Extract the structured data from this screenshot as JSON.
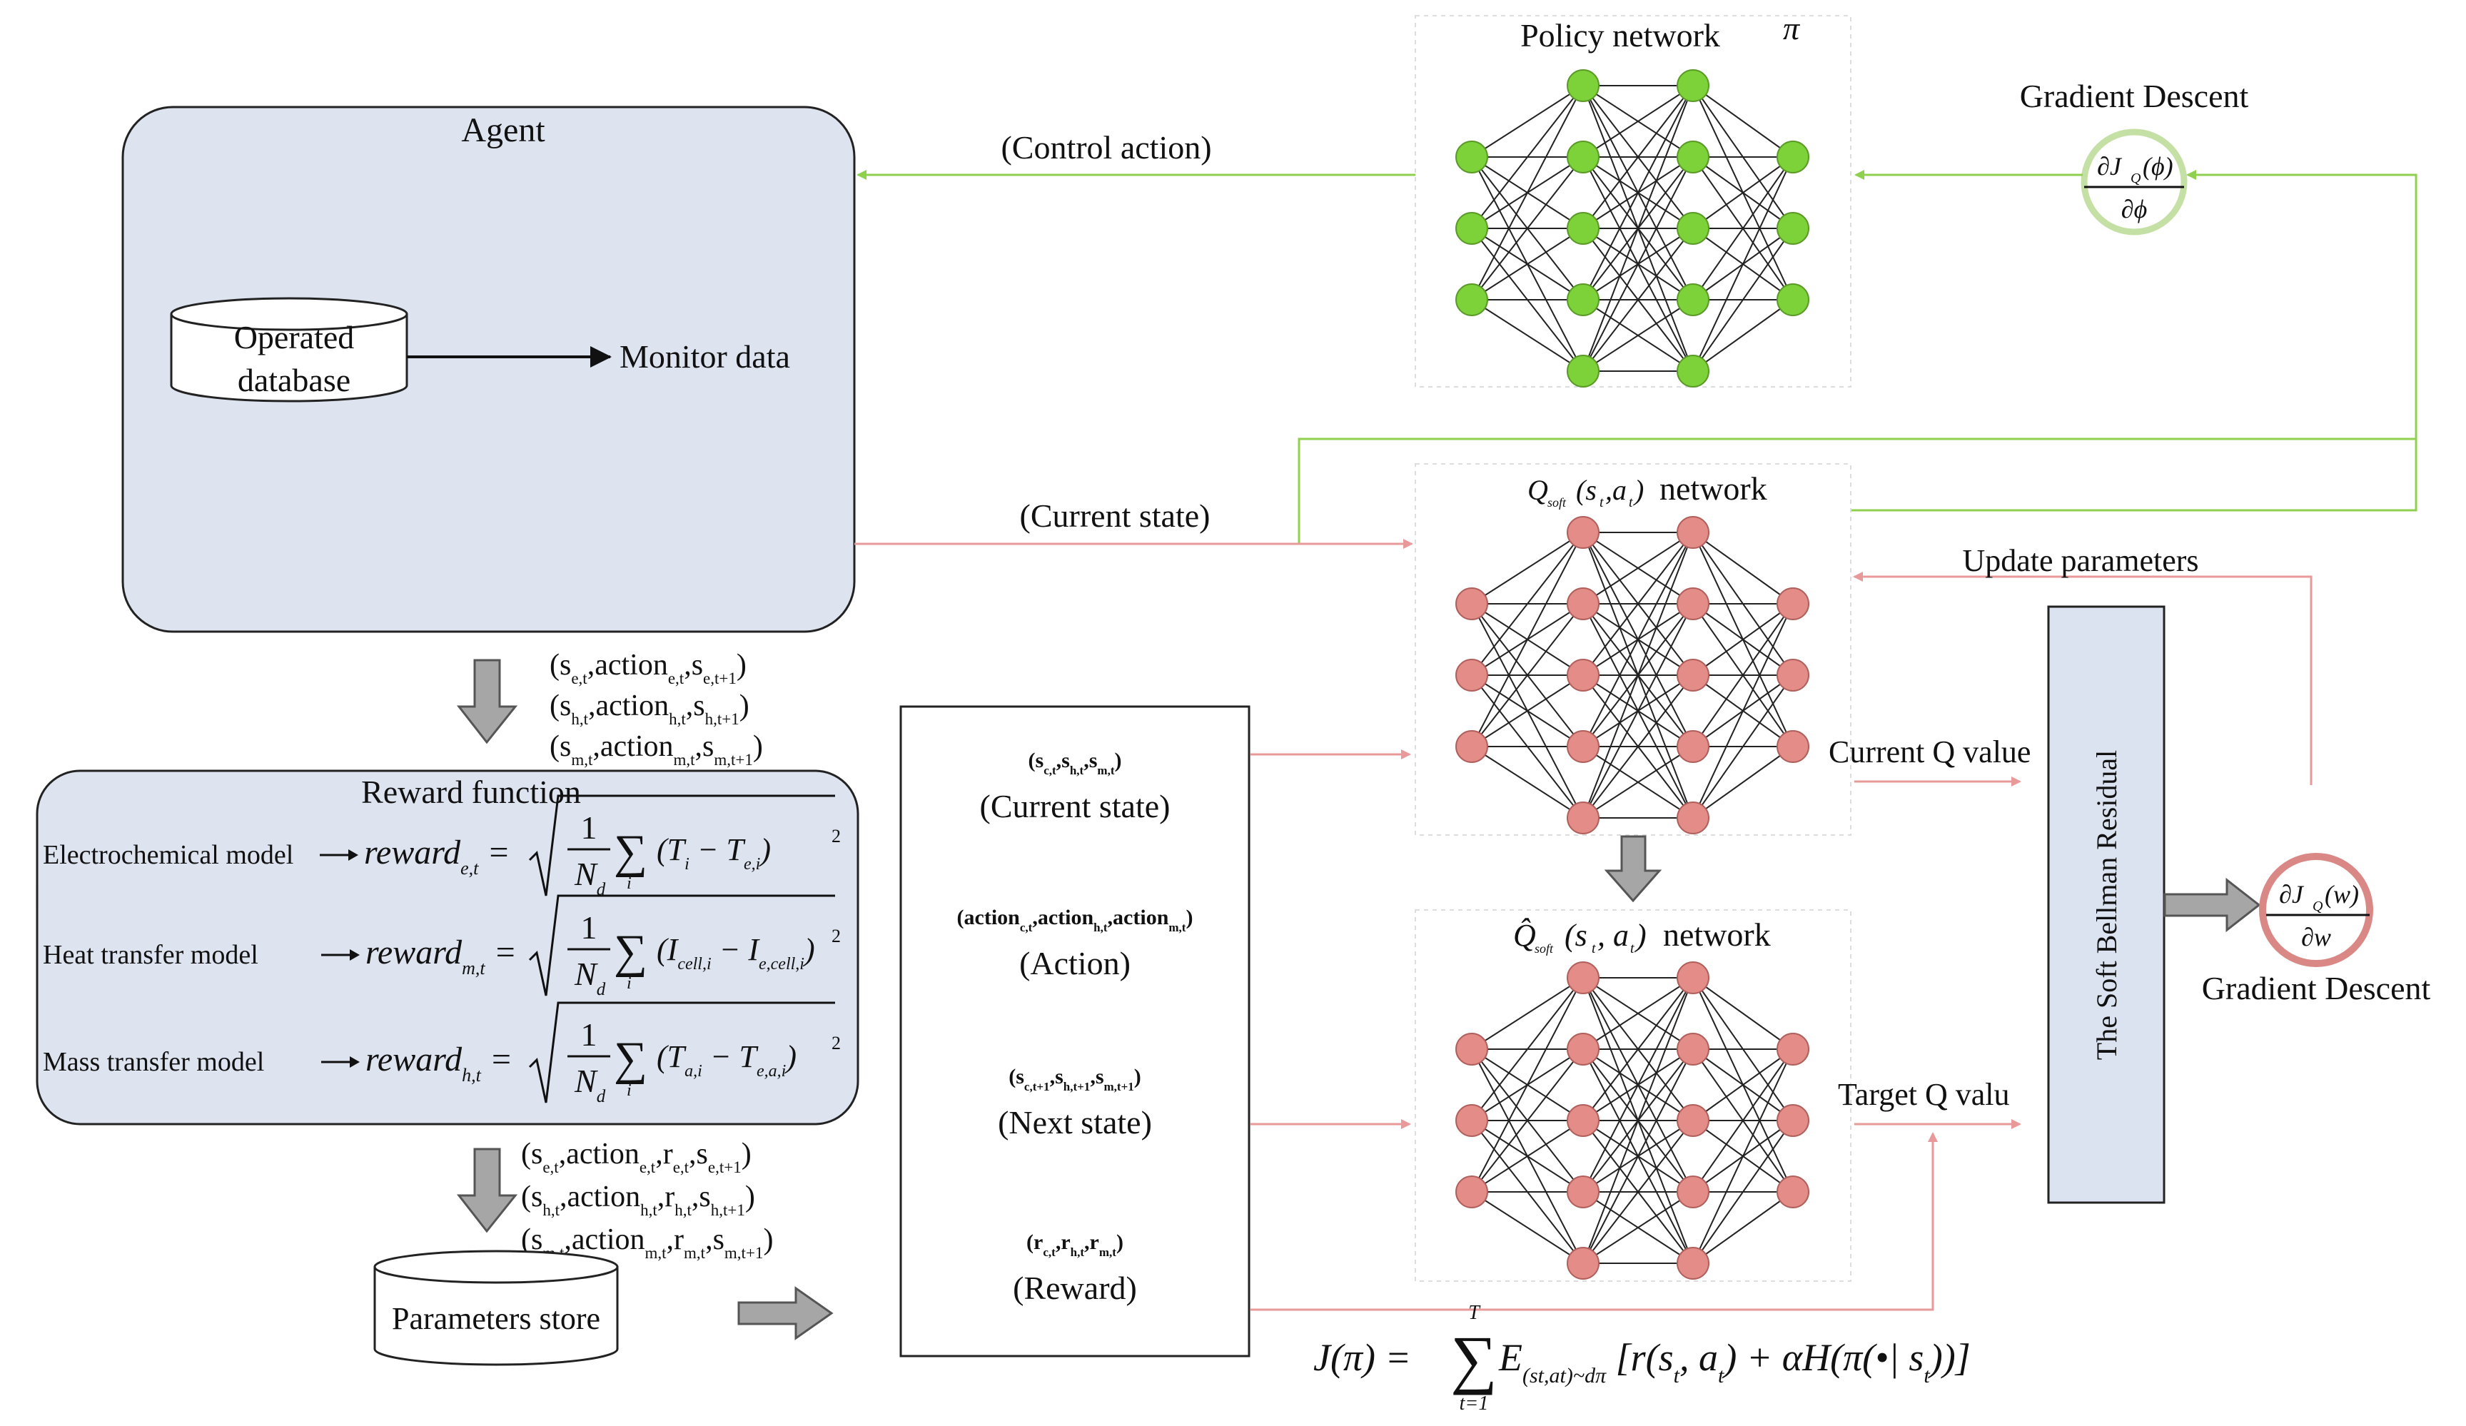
{
  "agent": {
    "title": "Agent",
    "database_label_1": "Operated",
    "database_label_2": "database",
    "monitor_label": "Monitor data"
  },
  "policy_network": {
    "label": "Policy network",
    "symbol": "π"
  },
  "control_action_label": "(Control action)",
  "current_state_label": "(Current state)",
  "gradient_top": {
    "label": "Gradient Descent",
    "numerator": "∂J",
    "num_sub": "Q",
    "num_arg": "(ϕ)",
    "denominator": "∂ϕ"
  },
  "gradient_bottom": {
    "label": "Gradient Descent",
    "numerator": "∂J",
    "num_sub": "Q",
    "num_arg": "(w)",
    "denominator": "∂w"
  },
  "q_network": {
    "q": "Q",
    "sub": "soft",
    "args": "(s",
    "args_sub1": "t",
    "args_mid": ",a",
    "args_sub2": "t",
    "args_end": ")",
    "label": "network"
  },
  "target_q_network": {
    "q": "Q̂",
    "sub": "soft",
    "args": "(s",
    "args_sub1": "t",
    "args_mid": ", a",
    "args_sub2": "t",
    "args_end": ")",
    "label": "network"
  },
  "update_parameters_label": "Update parameters",
  "current_q_label": "Current Q value",
  "target_q_label": "Target Q valu",
  "bellman_label": "The Soft Bellman Residual",
  "transitions_1": [
    {
      "s": "(s",
      "s_sub": "e,t",
      "a": ",action",
      "a_sub": "e,t",
      "n": ",s",
      "n_sub": "e,t+1",
      "end": ")"
    },
    {
      "s": "(s",
      "s_sub": "h,t",
      "a": ",action",
      "a_sub": "h,t",
      "n": ",s",
      "n_sub": "h,t+1",
      "end": ")"
    },
    {
      "s": "(s",
      "s_sub": "m,t",
      "a": ",action",
      "a_sub": "m,t",
      "n": ",s",
      "n_sub": "m,t+1",
      "end": ")"
    }
  ],
  "reward_function": {
    "title": "Reward function",
    "rows": [
      {
        "model": "Electrochemical model",
        "reward": "reward",
        "reward_sub": "e,t",
        "term1": "T",
        "term1_sub": "i",
        "term2": "T",
        "term2_sub": "e,i"
      },
      {
        "model": "Heat transfer  model",
        "reward": "reward",
        "reward_sub": "m,t",
        "term1": "I",
        "term1_sub": "cell,i",
        "term2": "I",
        "term2_sub": "e,cell,i"
      },
      {
        "model": "Mass transfer model",
        "reward": "reward",
        "reward_sub": "h,t",
        "term1": "T",
        "term1_sub": "a,i",
        "term2": "T",
        "term2_sub": "e,a,i"
      }
    ],
    "frac_num": "1",
    "frac_den": "N",
    "frac_den_sub": "d",
    "sum_sub": "i"
  },
  "transitions_2": [
    {
      "s": "(s",
      "s_sub": "e,t",
      "a": ",action",
      "a_sub": "e,t",
      "r": ",r",
      "r_sub": "e,t",
      "n": ",s",
      "n_sub": "e,t+1",
      "end": ")"
    },
    {
      "s": "(s",
      "s_sub": "h,t",
      "a": ",action",
      "a_sub": "h,t",
      "r": ",r",
      "r_sub": "h,t",
      "n": ",s",
      "n_sub": "h,t+1",
      "end": ")"
    },
    {
      "s": "(s",
      "s_sub": "m,t",
      "a": ",action",
      "a_sub": "m,t",
      "r": ",r",
      "r_sub": "m,t",
      "n": ",s",
      "n_sub": "m,t+1",
      "end": ")"
    }
  ],
  "parameters_store_label": "Parameters store",
  "buffer": {
    "items": [
      {
        "tuple": "(s",
        "t_sub": "c,t",
        "t2": ",s",
        "t2_sub": "h,t",
        "t3": ",s",
        "t3_sub": "m,t",
        "t_end": ")",
        "label": "(Current state)"
      },
      {
        "tuple": "(action",
        "t_sub": "c,t",
        "t2": ",action",
        "t2_sub": "h,t",
        "t3": ",action",
        "t3_sub": "m,t",
        "t_end": ")",
        "label": "(Action)"
      },
      {
        "tuple": "(s",
        "t_sub": "c,t+1",
        "t2": ",s",
        "t2_sub": "h,t+1",
        "t3": ",s",
        "t3_sub": "m,t+1",
        "t_end": ")",
        "label": "(Next state)"
      },
      {
        "tuple": "(r",
        "t_sub": "c,t",
        "t2": ",r",
        "t2_sub": "h,t",
        "t3": ",r",
        "t3_sub": "m,t",
        "t_end": ")",
        "label": "(Reward)"
      }
    ]
  },
  "objective": {
    "lhs": "J(π) = ",
    "sum_top": "T",
    "sum_bottom": "t=1",
    "expect": "E",
    "expect_sub": "(s",
    "expect_sub_t1": "t",
    "expect_sub_mid": ",a",
    "expect_sub_t2": "t",
    "expect_sub_end": ")~d",
    "expect_sub_pi": "π",
    "body": "[r(s",
    "b1": "t",
    "b2": ", a",
    "b3": "t",
    "b4": ") + αH(π(•| s",
    "b5": "t",
    "b6": "))]"
  },
  "colors": {
    "green_line": "#8fd14f",
    "green_node": "#7dd23a",
    "pink_line": "#e8999a",
    "pink_node": "#e48c87",
    "agent_fill": "#dde4f0",
    "bellman_fill": "#dce3f0",
    "gray_arrow": "#a6a6a6"
  }
}
